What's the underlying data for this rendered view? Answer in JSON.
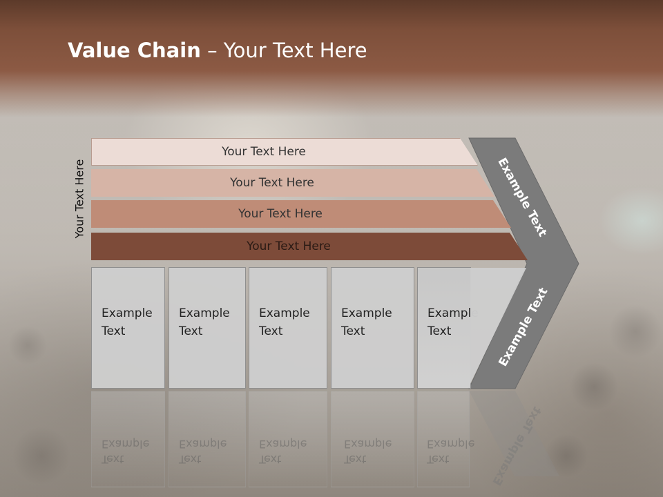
{
  "slide": {
    "title_bold": "Value Chain",
    "title_rest": " – Your Text Here",
    "vertical_label": "Your Text Here",
    "bars": [
      {
        "label": "Your Text Here",
        "color": "#ecdcd6"
      },
      {
        "label": "Your Text Here",
        "color": "#d6b4a6"
      },
      {
        "label": "Your Text Here",
        "color": "#bf8c77"
      },
      {
        "label": "Your Text Here",
        "color": "#7d4b39"
      }
    ],
    "boxes": [
      {
        "line1": "Example",
        "line2": "Text"
      },
      {
        "line1": "Example",
        "line2": "Text"
      },
      {
        "line1": "Example",
        "line2": "Text"
      },
      {
        "line1": "Example",
        "line2": "Text"
      },
      {
        "line1": "Example",
        "line2": "Text"
      }
    ],
    "chevron_upper_label": "Example Text",
    "chevron_lower_label": "Example Text",
    "chevron_color": "#7b7b7b"
  }
}
